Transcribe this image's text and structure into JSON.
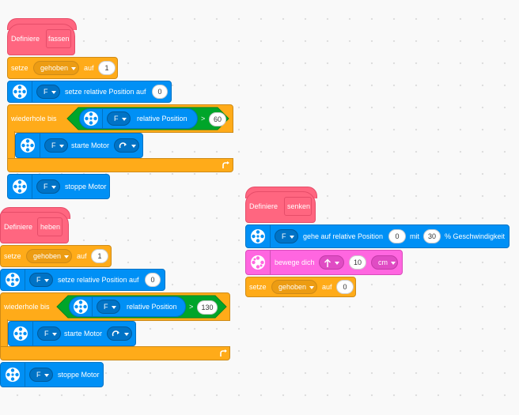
{
  "blocks": {
    "define_label": "Definiere",
    "fassen": "fassen",
    "heben": "heben",
    "senken": "senken",
    "setze": "setze",
    "gehoben": "gehoben",
    "auf": "auf",
    "val_1": "1",
    "val_0": "0",
    "port_f": "F",
    "set_rel_pos": "setze relative Position auf",
    "repeat_until": "wiederhole bis",
    "relative_position": "relative Position",
    "gt": ">",
    "val_60": "60",
    "val_130": "130",
    "start_motor": "starte Motor",
    "stop_motor": "stoppe Motor",
    "goto_rel_pos": "gehe auf relative Position",
    "mit": "mit",
    "val_30": "30",
    "pct_speed": "% Geschwindigkeit",
    "move": "bewege dich",
    "val_10": "10",
    "cm": "cm"
  },
  "colors": {
    "hat": "#ff6680",
    "control": "#ffab19",
    "motor": "#0090f5",
    "movement": "#ff66e0",
    "operator": "#00a52a"
  },
  "icons": [
    "motor-icon",
    "movement-icon",
    "clockwise-icon",
    "loop-arrow-icon",
    "up-arrow-icon"
  ]
}
